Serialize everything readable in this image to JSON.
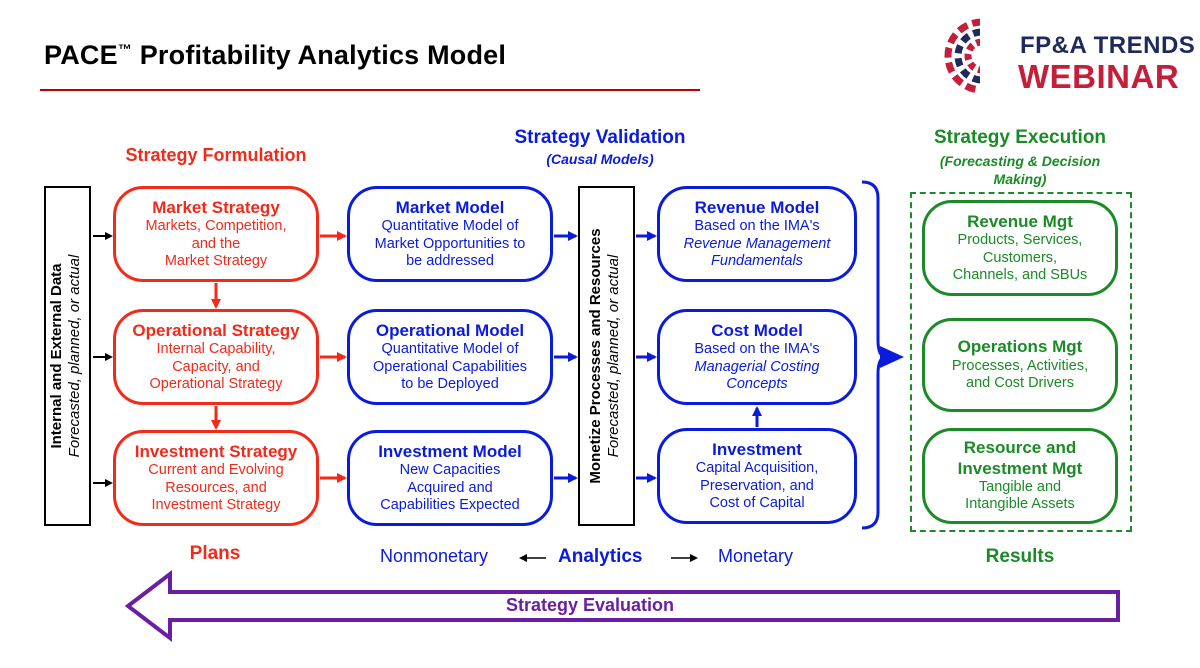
{
  "title": {
    "main": "PACE",
    "tm": "™",
    "rest": " Profitability Analytics Model"
  },
  "logo": {
    "line1": "FP&A TRENDS",
    "line2": "WEBINAR"
  },
  "headers": {
    "formulation": "Strategy Formulation",
    "validation": "Strategy Validation",
    "validation_sub": "(Causal Models)",
    "execution": "Strategy Execution",
    "execution_sub_1": "(Forecasting & Decision",
    "execution_sub_2": "Making)"
  },
  "left_bar": {
    "title": "Internal and External Data",
    "subtitle": "Forecasted, planned, or actual"
  },
  "mid_bar": {
    "title": "Monetize Processes and Resources",
    "subtitle": "Forecasted, planned, or actual"
  },
  "strategy_boxes": [
    {
      "title": "Market Strategy",
      "lines": [
        "Markets, Competition,",
        "and the",
        "Market Strategy"
      ]
    },
    {
      "title": "Operational Strategy",
      "lines": [
        "Internal Capability,",
        "Capacity, and",
        "Operational Strategy"
      ]
    },
    {
      "title": "Investment Strategy",
      "lines": [
        "Current and Evolving",
        "Resources, and",
        "Investment Strategy"
      ]
    }
  ],
  "model_boxes": [
    {
      "title": "Market Model",
      "lines": [
        "Quantitative Model of",
        "Market Opportunities to",
        "be addressed"
      ]
    },
    {
      "title": "Operational Model",
      "lines": [
        "Quantitative Model of",
        "Operational Capabilities",
        "to be Deployed"
      ]
    },
    {
      "title": "Investment Model",
      "lines": [
        "New Capacities",
        "Acquired and",
        "Capabilities Expected"
      ]
    }
  ],
  "monetary_boxes": [
    {
      "title": "Revenue Model",
      "line1": "Based on the IMA's",
      "italic1": "Revenue Management",
      "italic2": "Fundamentals"
    },
    {
      "title": "Cost Model",
      "line1": "Based on the IMA's",
      "italic1": "Managerial Costing",
      "italic2": "Concepts"
    },
    {
      "title": "Investment",
      "line1": "Capital Acquisition,",
      "italic1": "Preservation, and",
      "italic2": "Cost of Capital"
    }
  ],
  "execution_boxes": [
    {
      "title": "Revenue Mgt",
      "lines": [
        "Products, Services,",
        "Customers,",
        "Channels, and SBUs"
      ]
    },
    {
      "title": "Operations Mgt",
      "lines": [
        "Processes, Activities,",
        "and Cost Drivers"
      ]
    },
    {
      "title": "Resource and",
      "title2": "Investment Mgt",
      "lines": [
        "Tangible and",
        "Intangible Assets"
      ]
    }
  ],
  "bottom": {
    "plans": "Plans",
    "nonmonetary": "Nonmonetary",
    "analytics": "Analytics",
    "monetary": "Monetary",
    "results": "Results",
    "evaluation": "Strategy Evaluation"
  },
  "colors": {
    "red": "#f22a1a",
    "blue": "#0a1bdc",
    "green": "#1c8a26",
    "purple": "#6a1fa3",
    "title_rule": "#c00000"
  }
}
